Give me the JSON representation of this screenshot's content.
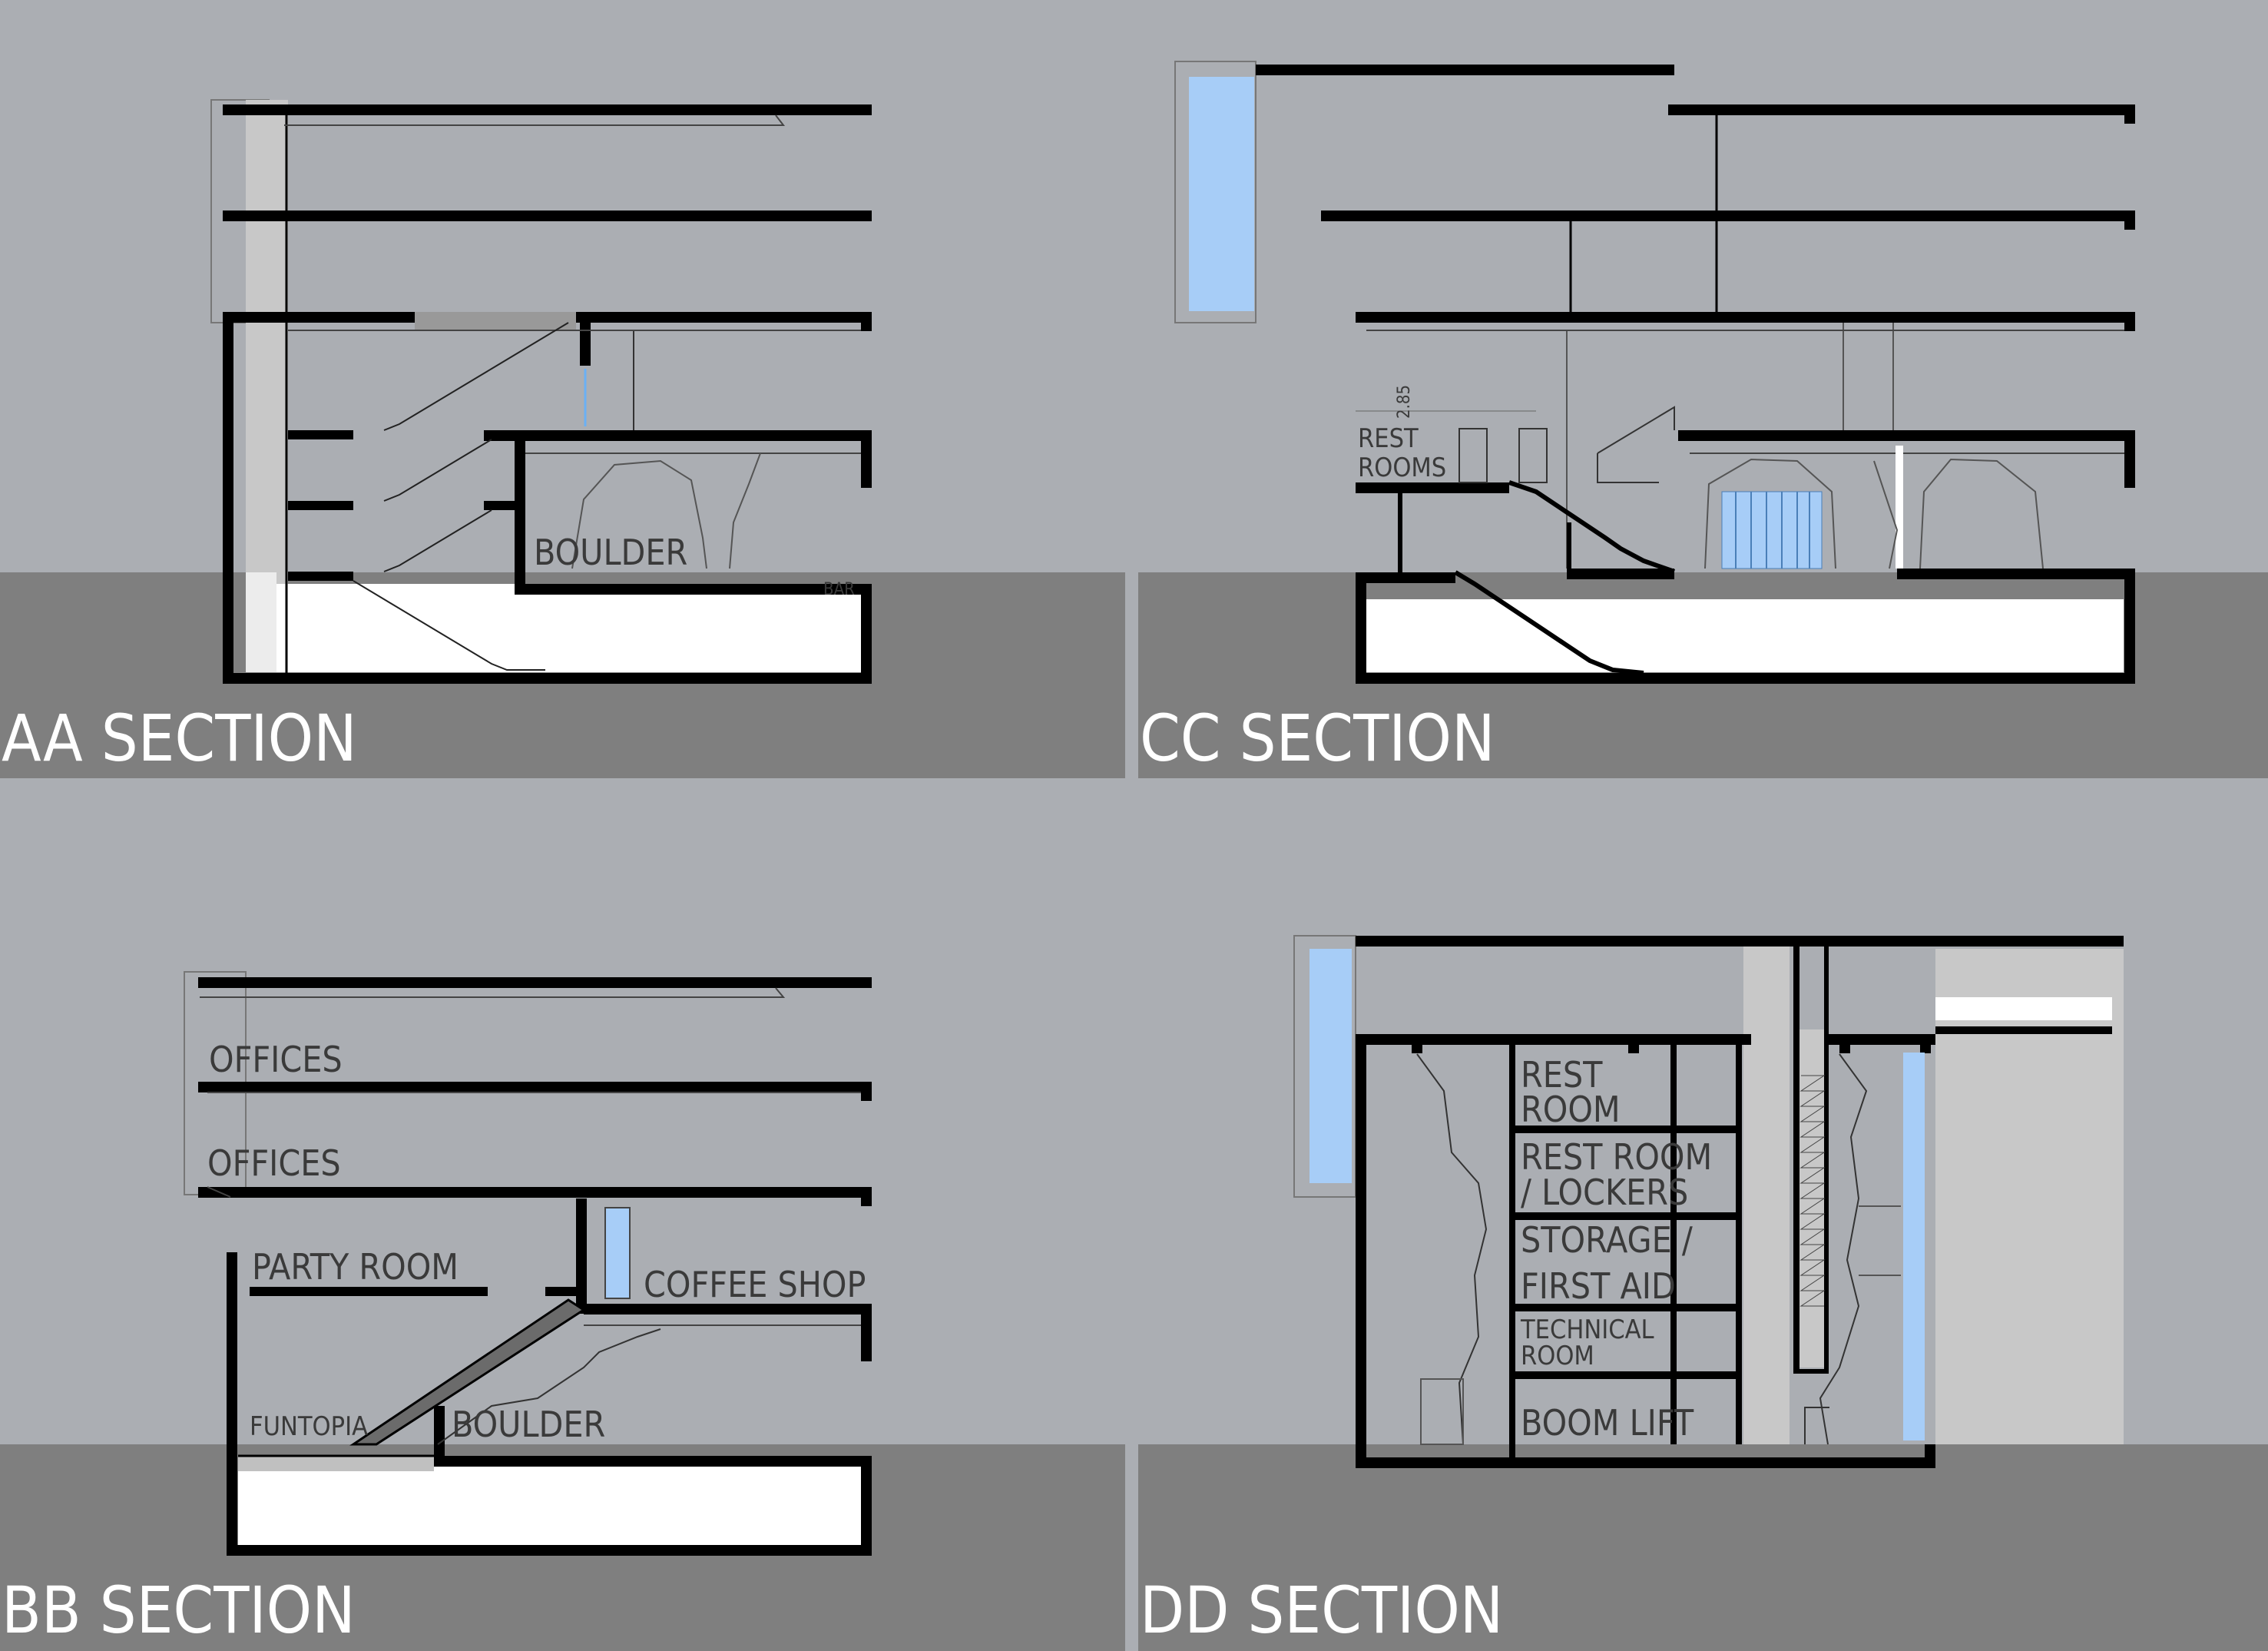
{
  "colors": {
    "background": "#abaeb3",
    "ground": "#7f7f7f",
    "wall": "#000000",
    "glass": "#a7cdf7",
    "void": "#ffffff",
    "core": "#c8c8c8",
    "title": "#ffffff",
    "label": "#3a3a3a"
  },
  "sections": {
    "aa": {
      "title": "AA  SECTION",
      "labels": {
        "boulder": "BOULDER",
        "bar": "BAR"
      }
    },
    "cc": {
      "title": "CC  SECTION",
      "labels": {
        "rest": "REST",
        "rooms": "ROOMS",
        "dim": "2.85"
      }
    },
    "bb": {
      "title": "BB  SECTION",
      "labels": {
        "offices_top": "OFFICES",
        "offices_bottom": "OFFICES",
        "party_room": "PARTY ROOM",
        "coffee_shop": "COFFEE SHOP",
        "funtopia": "FUNTOPIA",
        "boulder": "BOULDER"
      }
    },
    "dd": {
      "title": "DD  SECTION",
      "labels": {
        "rest_room_1": "REST",
        "rest_room_2": "ROOM",
        "lockers_1": "REST ROOM",
        "lockers_2": "/ LOCKERS",
        "storage_1": "STORAGE /",
        "storage_2": "FIRST AID",
        "technical_1": "TECHNICAL",
        "technical_2": "ROOM",
        "boom_lift": "BOOM LIFT"
      }
    }
  }
}
